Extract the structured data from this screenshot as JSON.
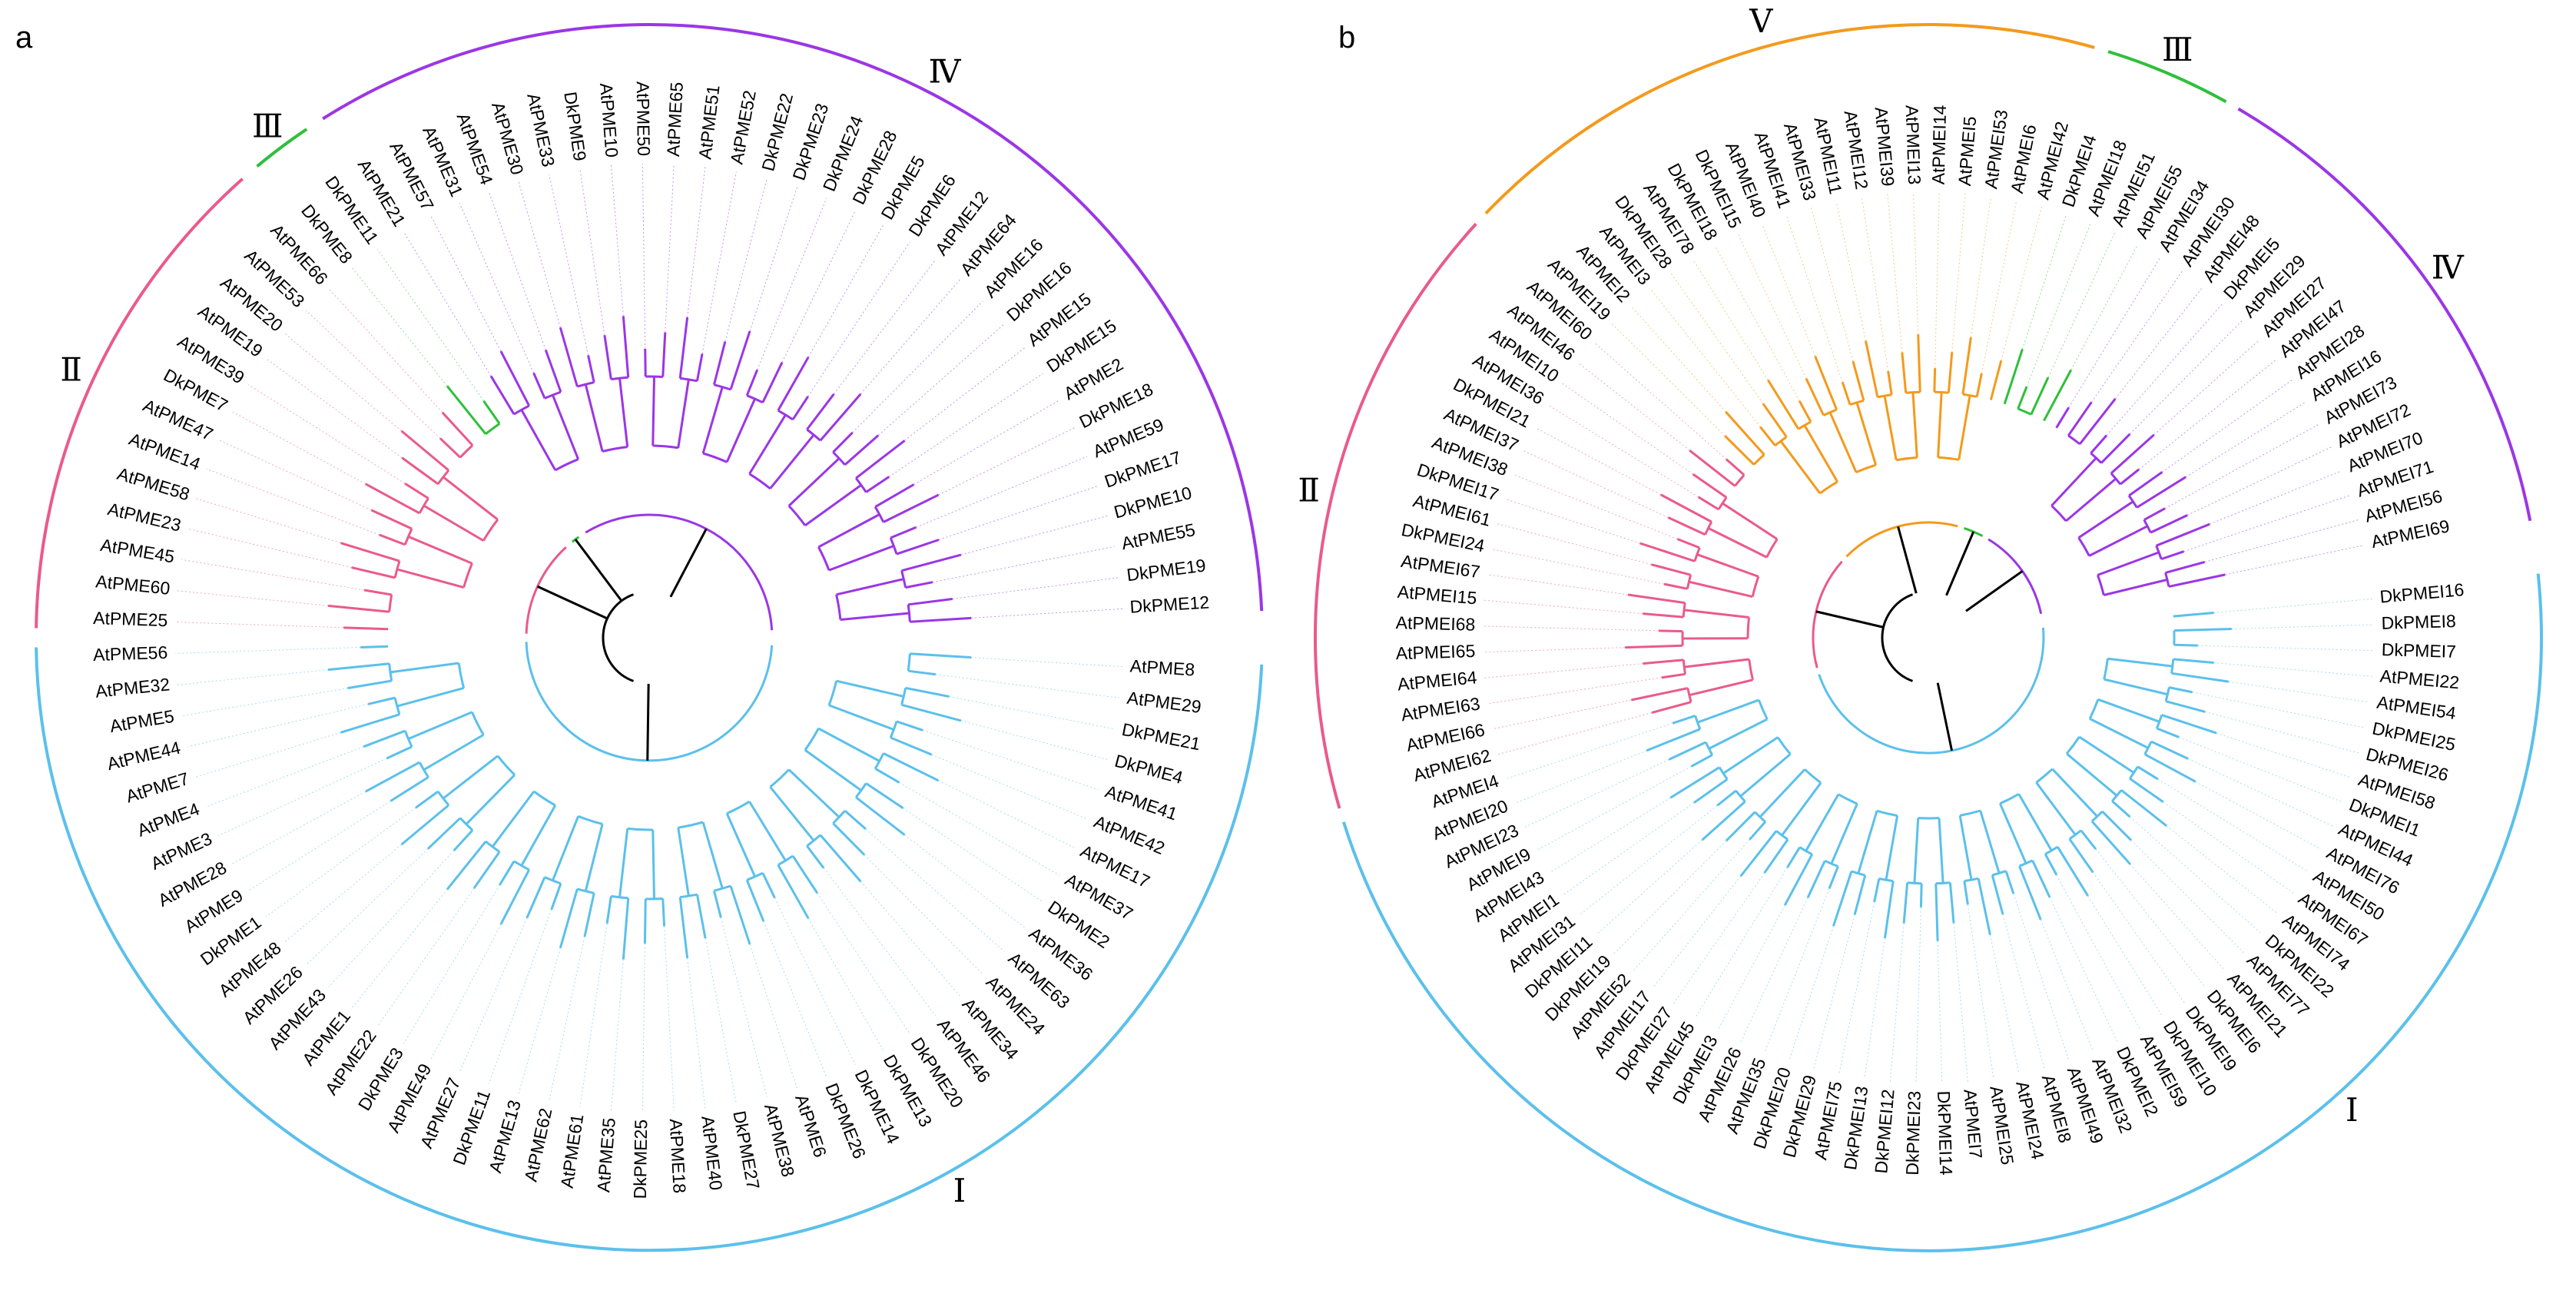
{
  "colors": {
    "clade_I": "#5bc0eb",
    "clade_II": "#ea5a8c",
    "clade_III": "#2fbf3a",
    "clade_IV": "#9b36e6",
    "clade_V": "#f39a1c",
    "root": "#000000"
  },
  "panels": [
    {
      "letter": "a",
      "leaves": [
        {
          "label": "DkPME12",
          "clade": "IV"
        },
        {
          "label": "DkPME19",
          "clade": "IV"
        },
        {
          "label": "AtPME55",
          "clade": "IV"
        },
        {
          "label": "DkPME10",
          "clade": "IV"
        },
        {
          "label": "DkPME17",
          "clade": "IV"
        },
        {
          "label": "AtPME59",
          "clade": "IV"
        },
        {
          "label": "DkPME18",
          "clade": "IV"
        },
        {
          "label": "AtPME2",
          "clade": "IV"
        },
        {
          "label": "DkPME15",
          "clade": "IV"
        },
        {
          "label": "AtPME15",
          "clade": "IV"
        },
        {
          "label": "DkPME16",
          "clade": "IV"
        },
        {
          "label": "AtPME16",
          "clade": "IV"
        },
        {
          "label": "AtPME64",
          "clade": "IV"
        },
        {
          "label": "AtPME12",
          "clade": "IV"
        },
        {
          "label": "DkPME6",
          "clade": "IV"
        },
        {
          "label": "DkPME5",
          "clade": "IV"
        },
        {
          "label": "DkPME28",
          "clade": "IV"
        },
        {
          "label": "DkPME24",
          "clade": "IV"
        },
        {
          "label": "DkPME23",
          "clade": "IV"
        },
        {
          "label": "DkPME22",
          "clade": "IV"
        },
        {
          "label": "AtPME52",
          "clade": "IV"
        },
        {
          "label": "AtPME51",
          "clade": "IV"
        },
        {
          "label": "AtPME65",
          "clade": "IV"
        },
        {
          "label": "AtPME50",
          "clade": "IV"
        },
        {
          "label": "AtPME10",
          "clade": "IV"
        },
        {
          "label": "DkPME9",
          "clade": "IV"
        },
        {
          "label": "AtPME33",
          "clade": "IV"
        },
        {
          "label": "AtPME30",
          "clade": "IV"
        },
        {
          "label": "AtPME54",
          "clade": "IV"
        },
        {
          "label": "AtPME31",
          "clade": "IV"
        },
        {
          "label": "AtPME57",
          "clade": "IV"
        },
        {
          "label": "AtPME21",
          "clade": "IV"
        },
        {
          "label": "DkPME11",
          "clade": "III"
        },
        {
          "label": "DkPME8",
          "clade": "III"
        },
        {
          "label": "AtPME66",
          "clade": "II"
        },
        {
          "label": "AtPME53",
          "clade": "II"
        },
        {
          "label": "AtPME20",
          "clade": "II"
        },
        {
          "label": "AtPME19",
          "clade": "II"
        },
        {
          "label": "AtPME39",
          "clade": "II"
        },
        {
          "label": "DkPME7",
          "clade": "II"
        },
        {
          "label": "AtPME47",
          "clade": "II"
        },
        {
          "label": "AtPME14",
          "clade": "II"
        },
        {
          "label": "AtPME58",
          "clade": "II"
        },
        {
          "label": "AtPME23",
          "clade": "II"
        },
        {
          "label": "AtPME45",
          "clade": "II"
        },
        {
          "label": "AtPME60",
          "clade": "II"
        },
        {
          "label": "AtPME25",
          "clade": "II"
        },
        {
          "label": "AtPME56",
          "clade": "I"
        },
        {
          "label": "AtPME32",
          "clade": "I"
        },
        {
          "label": "AtPME5",
          "clade": "I"
        },
        {
          "label": "AtPME44",
          "clade": "I"
        },
        {
          "label": "AtPME7",
          "clade": "I"
        },
        {
          "label": "AtPME4",
          "clade": "I"
        },
        {
          "label": "AtPME3",
          "clade": "I"
        },
        {
          "label": "AtPME28",
          "clade": "I"
        },
        {
          "label": "AtPME9",
          "clade": "I"
        },
        {
          "label": "DkPME1",
          "clade": "I"
        },
        {
          "label": "AtPME48",
          "clade": "I"
        },
        {
          "label": "AtPME26",
          "clade": "I"
        },
        {
          "label": "AtPME43",
          "clade": "I"
        },
        {
          "label": "AtPME1",
          "clade": "I"
        },
        {
          "label": "AtPME22",
          "clade": "I"
        },
        {
          "label": "DkPME3",
          "clade": "I"
        },
        {
          "label": "AtPME49",
          "clade": "I"
        },
        {
          "label": "AtPME27",
          "clade": "I"
        },
        {
          "label": "DkPME11",
          "clade": "I"
        },
        {
          "label": "AtPME13",
          "clade": "I"
        },
        {
          "label": "AtPME62",
          "clade": "I"
        },
        {
          "label": "AtPME61",
          "clade": "I"
        },
        {
          "label": "AtPME35",
          "clade": "I"
        },
        {
          "label": "DkPME25",
          "clade": "I"
        },
        {
          "label": "AtPME18",
          "clade": "I"
        },
        {
          "label": "AtPME40",
          "clade": "I"
        },
        {
          "label": "DkPME27",
          "clade": "I"
        },
        {
          "label": "AtPME38",
          "clade": "I"
        },
        {
          "label": "AtPME6",
          "clade": "I"
        },
        {
          "label": "DkPME26",
          "clade": "I"
        },
        {
          "label": "DkPME14",
          "clade": "I"
        },
        {
          "label": "DkPME13",
          "clade": "I"
        },
        {
          "label": "DkPME20",
          "clade": "I"
        },
        {
          "label": "AtPME46",
          "clade": "I"
        },
        {
          "label": "AtPME34",
          "clade": "I"
        },
        {
          "label": "AtPME24",
          "clade": "I"
        },
        {
          "label": "AtPME63",
          "clade": "I"
        },
        {
          "label": "AtPME36",
          "clade": "I"
        },
        {
          "label": "DkPME2",
          "clade": "I"
        },
        {
          "label": "AtPME37",
          "clade": "I"
        },
        {
          "label": "AtPME17",
          "clade": "I"
        },
        {
          "label": "AtPME42",
          "clade": "I"
        },
        {
          "label": "AtPME41",
          "clade": "I"
        },
        {
          "label": "DkPME4",
          "clade": "I"
        },
        {
          "label": "DkPME21",
          "clade": "I"
        },
        {
          "label": "AtPME29",
          "clade": "I"
        },
        {
          "label": "AtPME8",
          "clade": "I"
        }
      ],
      "clade_labels": [
        {
          "clade": "I",
          "text": "Ⅰ"
        },
        {
          "clade": "II",
          "text": "Ⅱ"
        },
        {
          "clade": "III",
          "text": "Ⅲ"
        },
        {
          "clade": "IV",
          "text": "Ⅳ"
        }
      ]
    },
    {
      "letter": "b",
      "leaves": [
        {
          "label": "AtPMEI69",
          "clade": "IV"
        },
        {
          "label": "AtPMEI56",
          "clade": "IV"
        },
        {
          "label": "AtPMEI71",
          "clade": "IV"
        },
        {
          "label": "AtPMEI70",
          "clade": "IV"
        },
        {
          "label": "AtPMEI72",
          "clade": "IV"
        },
        {
          "label": "AtPMEI73",
          "clade": "IV"
        },
        {
          "label": "AtPMEI16",
          "clade": "IV"
        },
        {
          "label": "AtPMEI28",
          "clade": "IV"
        },
        {
          "label": "AtPMEI47",
          "clade": "IV"
        },
        {
          "label": "AtPMEI27",
          "clade": "IV"
        },
        {
          "label": "AtPMEI29",
          "clade": "IV"
        },
        {
          "label": "DkPMEI5",
          "clade": "IV"
        },
        {
          "label": "AtPMEI48",
          "clade": "IV"
        },
        {
          "label": "AtPMEI30",
          "clade": "IV"
        },
        {
          "label": "AtPMEI34",
          "clade": "IV"
        },
        {
          "label": "AtPMEI55",
          "clade": "III"
        },
        {
          "label": "AtPMEI51",
          "clade": "III"
        },
        {
          "label": "AtPMEI18",
          "clade": "III"
        },
        {
          "label": "DkPMEI4",
          "clade": "III"
        },
        {
          "label": "AtPMEI42",
          "clade": "V"
        },
        {
          "label": "AtPMEI6",
          "clade": "V"
        },
        {
          "label": "AtPMEI53",
          "clade": "V"
        },
        {
          "label": "AtPMEI5",
          "clade": "V"
        },
        {
          "label": "AtPMEI14",
          "clade": "V"
        },
        {
          "label": "AtPMEI13",
          "clade": "V"
        },
        {
          "label": "AtPMEI39",
          "clade": "V"
        },
        {
          "label": "AtPMEI12",
          "clade": "V"
        },
        {
          "label": "AtPMEI11",
          "clade": "V"
        },
        {
          "label": "AtPMEI33",
          "clade": "V"
        },
        {
          "label": "AtPMEI41",
          "clade": "V"
        },
        {
          "label": "AtPMEI40",
          "clade": "V"
        },
        {
          "label": "DkPMEI15",
          "clade": "V"
        },
        {
          "label": "DkPMEI18",
          "clade": "V"
        },
        {
          "label": "AtPMEI78",
          "clade": "V"
        },
        {
          "label": "DkPMEI28",
          "clade": "V"
        },
        {
          "label": "AtPMEI3",
          "clade": "V"
        },
        {
          "label": "AtPMEI2",
          "clade": "V"
        },
        {
          "label": "AtPMEI19",
          "clade": "V"
        },
        {
          "label": "AtPMEI60",
          "clade": "II"
        },
        {
          "label": "AtPMEI46",
          "clade": "II"
        },
        {
          "label": "AtPMEI10",
          "clade": "II"
        },
        {
          "label": "AtPMEI36",
          "clade": "II"
        },
        {
          "label": "DkPMEI21",
          "clade": "II"
        },
        {
          "label": "AtPMEI37",
          "clade": "II"
        },
        {
          "label": "AtPMEI38",
          "clade": "II"
        },
        {
          "label": "DkPMEI17",
          "clade": "II"
        },
        {
          "label": "AtPMEI61",
          "clade": "II"
        },
        {
          "label": "DkPMEI24",
          "clade": "II"
        },
        {
          "label": "AtPMEI67",
          "clade": "II"
        },
        {
          "label": "AtPMEI15",
          "clade": "II"
        },
        {
          "label": "AtPMEI68",
          "clade": "II"
        },
        {
          "label": "AtPMEI65",
          "clade": "II"
        },
        {
          "label": "AtPMEI64",
          "clade": "II"
        },
        {
          "label": "AtPMEI63",
          "clade": "II"
        },
        {
          "label": "AtPMEI66",
          "clade": "II"
        },
        {
          "label": "AtPMEI62",
          "clade": "II"
        },
        {
          "label": "AtPMEI4",
          "clade": "I"
        },
        {
          "label": "AtPMEI20",
          "clade": "I"
        },
        {
          "label": "AtPMEI23",
          "clade": "I"
        },
        {
          "label": "AtPMEI9",
          "clade": "I"
        },
        {
          "label": "AtPMEI43",
          "clade": "I"
        },
        {
          "label": "AtPMEI1",
          "clade": "I"
        },
        {
          "label": "AtPMEI31",
          "clade": "I"
        },
        {
          "label": "DkPMEI11",
          "clade": "I"
        },
        {
          "label": "DkPMEI19",
          "clade": "I"
        },
        {
          "label": "AtPMEI52",
          "clade": "I"
        },
        {
          "label": "AtPMEI17",
          "clade": "I"
        },
        {
          "label": "DkPMEI27",
          "clade": "I"
        },
        {
          "label": "AtPMEI45",
          "clade": "I"
        },
        {
          "label": "DkPMEI3",
          "clade": "I"
        },
        {
          "label": "AtPMEI26",
          "clade": "I"
        },
        {
          "label": "AtPMEI35",
          "clade": "I"
        },
        {
          "label": "DkPMEI20",
          "clade": "I"
        },
        {
          "label": "DkPMEI29",
          "clade": "I"
        },
        {
          "label": "AtPMEI75",
          "clade": "I"
        },
        {
          "label": "DkPMEI13",
          "clade": "I"
        },
        {
          "label": "DkPMEI12",
          "clade": "I"
        },
        {
          "label": "DkPMEI23",
          "clade": "I"
        },
        {
          "label": "DkPMEI14",
          "clade": "I"
        },
        {
          "label": "AtPMEI7",
          "clade": "I"
        },
        {
          "label": "AtPMEI25",
          "clade": "I"
        },
        {
          "label": "AtPMEI24",
          "clade": "I"
        },
        {
          "label": "AtPMEI8",
          "clade": "I"
        },
        {
          "label": "AtPMEI49",
          "clade": "I"
        },
        {
          "label": "AtPMEI32",
          "clade": "I"
        },
        {
          "label": "DkPMEI2",
          "clade": "I"
        },
        {
          "label": "AtPMEI59",
          "clade": "I"
        },
        {
          "label": "DkPMEI10",
          "clade": "I"
        },
        {
          "label": "DkPMEI9",
          "clade": "I"
        },
        {
          "label": "DkPMEI6",
          "clade": "I"
        },
        {
          "label": "AtPMEI21",
          "clade": "I"
        },
        {
          "label": "AtPMEI77",
          "clade": "I"
        },
        {
          "label": "DkPMEI22",
          "clade": "I"
        },
        {
          "label": "AtPMEI74",
          "clade": "I"
        },
        {
          "label": "AtPMEI67",
          "clade": "I"
        },
        {
          "label": "AtPMEI50",
          "clade": "I"
        },
        {
          "label": "AtPMEI76",
          "clade": "I"
        },
        {
          "label": "AtPMEI44",
          "clade": "I"
        },
        {
          "label": "DkPMEI1",
          "clade": "I"
        },
        {
          "label": "AtPMEI58",
          "clade": "I"
        },
        {
          "label": "DkPMEI26",
          "clade": "I"
        },
        {
          "label": "DkPMEI25",
          "clade": "I"
        },
        {
          "label": "AtPMEI54",
          "clade": "I"
        },
        {
          "label": "AtPMEI22",
          "clade": "I"
        },
        {
          "label": "DkPMEI7",
          "clade": "I"
        },
        {
          "label": "DkPMEI8",
          "clade": "I"
        },
        {
          "label": "DkPMEI16",
          "clade": "I"
        }
      ],
      "clade_labels": [
        {
          "clade": "I",
          "text": "Ⅰ"
        },
        {
          "clade": "II",
          "text": "Ⅱ"
        },
        {
          "clade": "III",
          "text": "Ⅲ"
        },
        {
          "clade": "IV",
          "text": "Ⅳ"
        },
        {
          "clade": "V",
          "text": "Ⅴ"
        }
      ]
    }
  ]
}
